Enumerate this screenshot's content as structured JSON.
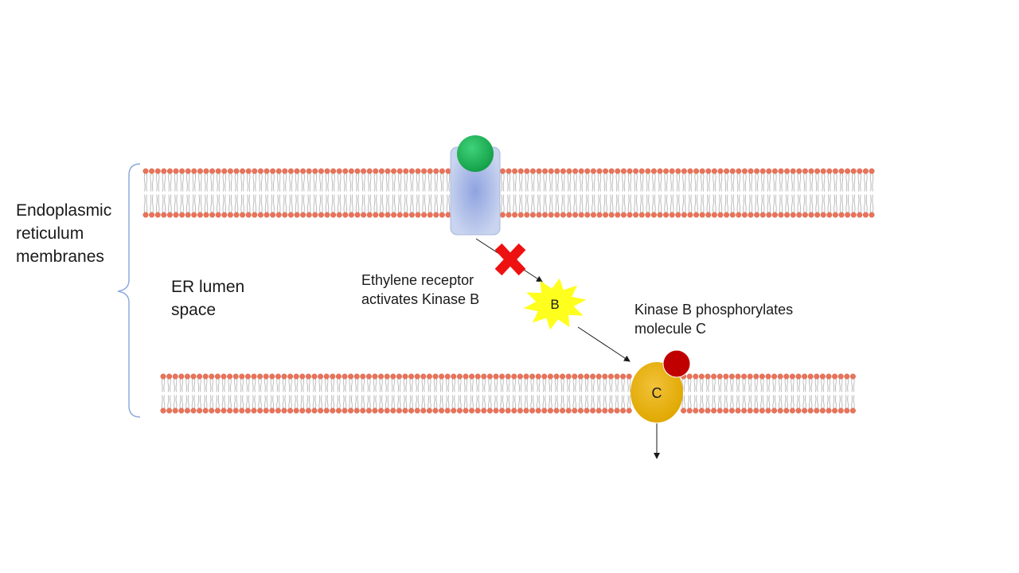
{
  "labels": {
    "membranes": [
      "Endoplasmic",
      "reticulum",
      "membranes"
    ],
    "lumen": [
      "ER lumen",
      "space"
    ],
    "receptor_note": [
      "Ethylene receptor",
      "activates Kinase B"
    ],
    "kinase_note": [
      "Kinase B phosphorylates",
      "molecule C"
    ]
  },
  "molecules": {
    "kinase": "B",
    "target": "C"
  },
  "colors": {
    "lipid_head": "#e8735a",
    "lipid_tail": "#b5b5b5",
    "receptor_body": "#c9d4ef",
    "receptor_core": "#8fa3e0",
    "ligand": "#14a048",
    "block_mark": "#ee1111",
    "kinase_star": "#ffff1e",
    "target_molecule": "#e0a800",
    "phosphate": "#c00000",
    "bracket": "#8faadc",
    "arrow": "#1a1a1a"
  },
  "icons": {
    "block_mark": "red-x-icon",
    "kinase": "yellow-star-icon",
    "phosphate": "phosphate-circle-icon"
  }
}
